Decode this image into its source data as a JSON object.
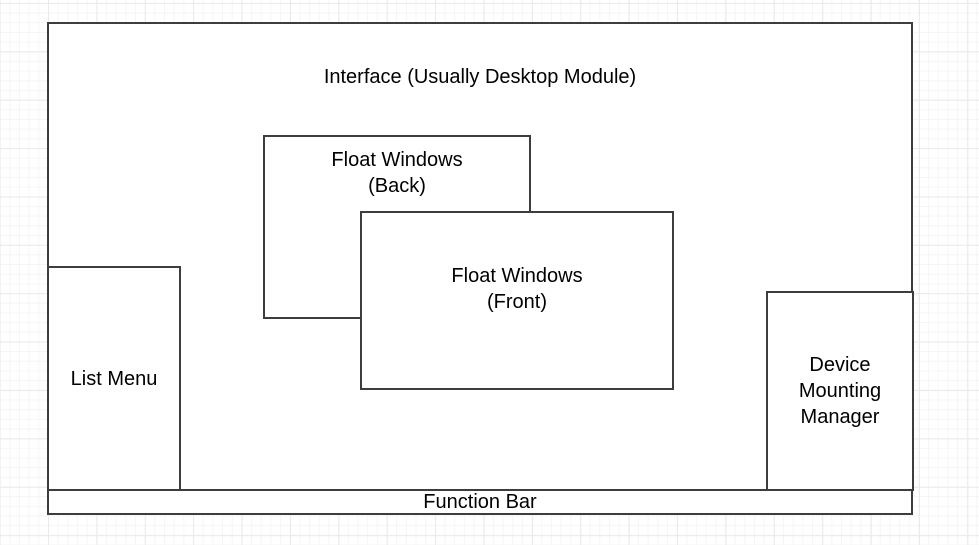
{
  "diagram": {
    "title": "Interface (Usually Desktop Module)",
    "background": {
      "grid": "on",
      "minor_grid_color": "#f5f5f5",
      "major_grid_color": "#eaeaea",
      "canvas_color": "#ffffff"
    },
    "style": {
      "border_color": "#3d3d3d",
      "fill_color": "#ffffff",
      "text_color": "#000000"
    },
    "boxes": [
      {
        "id": "interface",
        "label": "Interface (Usually Desktop Module)",
        "role": "outer-container"
      },
      {
        "id": "float-windows-back",
        "label": "Float Windows\n(Back)",
        "role": "floating-window"
      },
      {
        "id": "float-windows-front",
        "label": "Float Windows\n(Front)",
        "role": "floating-window"
      },
      {
        "id": "list-menu",
        "label": "List Menu",
        "role": "panel"
      },
      {
        "id": "device-mounting-manager",
        "label": "Device\nMounting\nManager",
        "role": "panel"
      },
      {
        "id": "function-bar",
        "label": "Function Bar",
        "role": "bar"
      }
    ]
  }
}
